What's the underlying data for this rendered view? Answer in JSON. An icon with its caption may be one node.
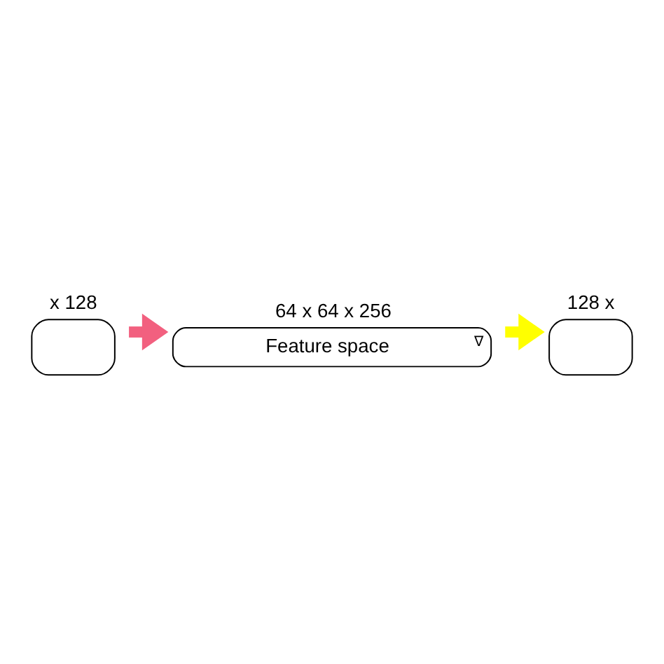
{
  "diagram": {
    "nodes": [
      {
        "text": [],
        "shape": "box",
        "beside": [
          "x 128"
        ]
      },
      {
        "text": [
          "Feature space",
          "∇"
        ],
        "beside": [
          "64 x 64 x 256"
        ]
      },
      {
        "text": [],
        "shape": "box",
        "beside": [
          "128 x"
        ]
      }
    ],
    "edges": [
      {
        "from": 0,
        "to": 1,
        "arrow": "to",
        "color": "#f2607f"
      },
      {
        "from": 1,
        "to": 2,
        "arrow": "to",
        "color": "#ffff00"
      }
    ]
  }
}
